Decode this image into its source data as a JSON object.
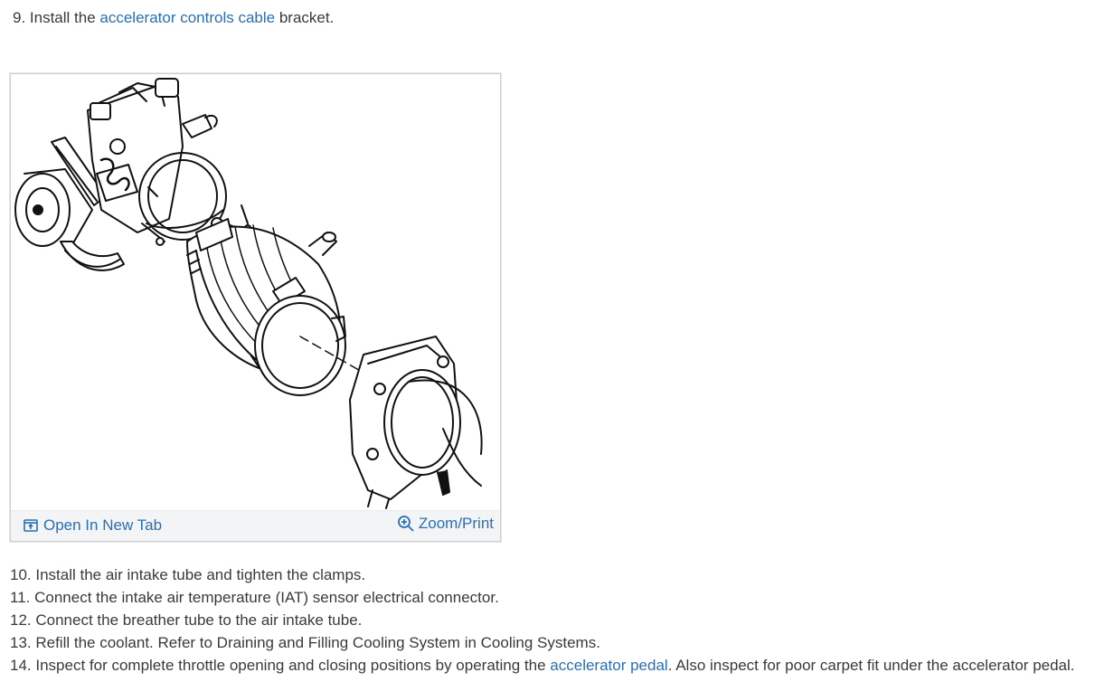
{
  "step9": {
    "prefix": "9. Install the ",
    "link": "accelerator controls cable",
    "suffix": " bracket."
  },
  "figure": {
    "open_label": "Open In New Tab",
    "zoom_label": "Zoom/Print"
  },
  "steps": [
    {
      "text": "10. Install the air intake tube and tighten the clamps."
    },
    {
      "text": "11. Connect the intake air temperature (IAT) sensor electrical connector."
    },
    {
      "text": "12. Connect the breather tube to the air intake tube."
    },
    {
      "text": "13. Refill the coolant. Refer to Draining and Filling Cooling System in Cooling Systems."
    },
    {
      "prefix": "14. Inspect for complete throttle opening and closing positions by operating the ",
      "link": "accelerator pedal",
      "suffix": ". Also inspect for poor carpet fit under the accelerator pedal."
    }
  ],
  "colors": {
    "link": "#2a6fb3",
    "text": "#3a3a3a",
    "bar": "#f3f4f6"
  },
  "icons": {
    "open": "open-new-tab-icon",
    "zoom": "magnifier-plus-icon"
  }
}
